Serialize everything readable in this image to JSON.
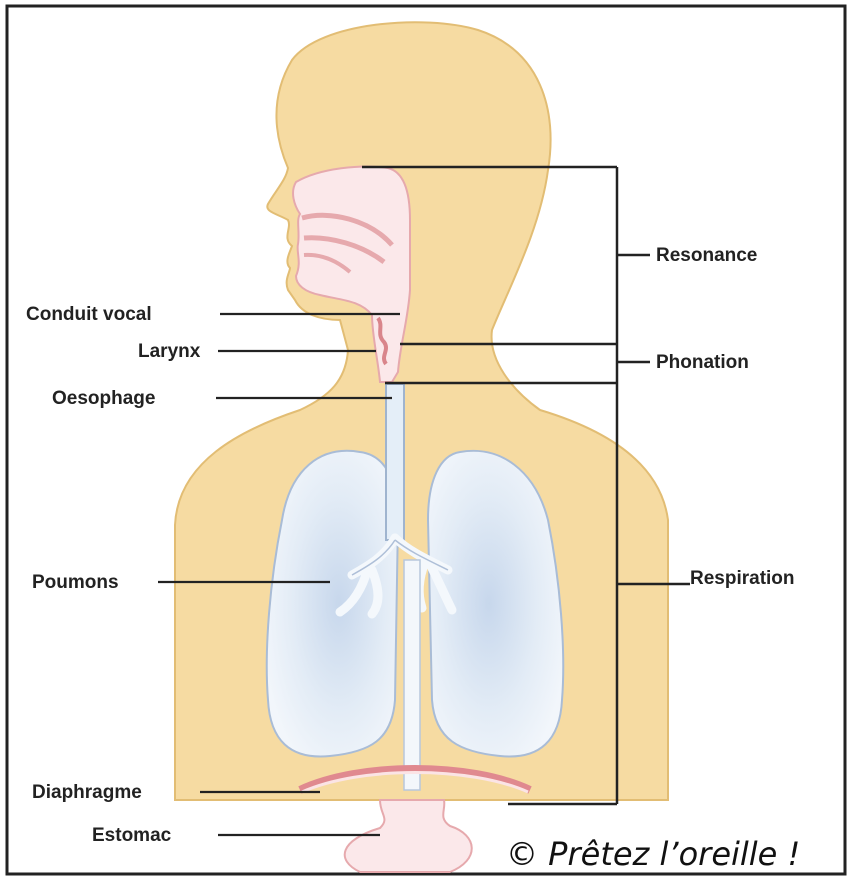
{
  "labels": {
    "conduit_vocal": "Conduit vocal",
    "larynx": "Larynx",
    "oesophage": "Oesophage",
    "poumons": "Poumons",
    "diaphragme": "Diaphragme",
    "estomac": "Estomac",
    "resonance": "Resonance",
    "phonation": "Phonation",
    "respiration": "Respiration"
  },
  "credit": "© Prêtez l’oreille !",
  "colors": {
    "skin": "#f6dba2",
    "skin_outline": "#e2bd74",
    "lung": "#dfe9f4",
    "lung_shade": "#b8cce4",
    "airway": "#f3c9cc",
    "trachea": "#e4eef8",
    "line": "#222222"
  }
}
